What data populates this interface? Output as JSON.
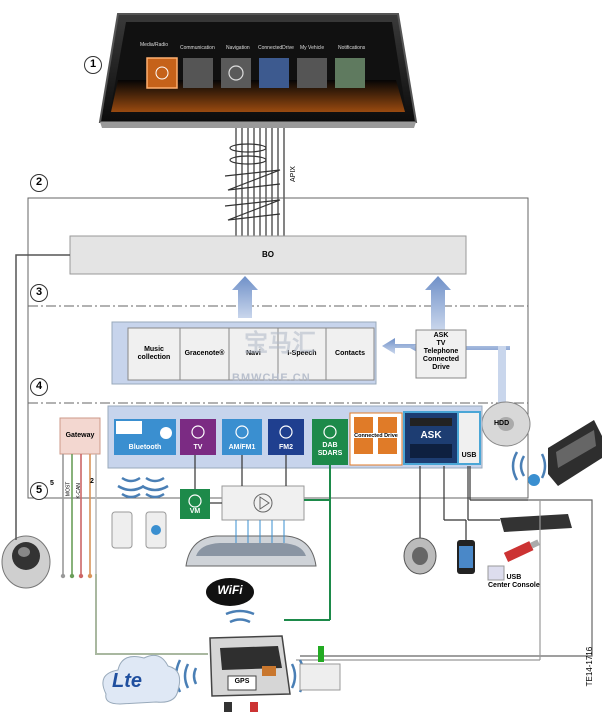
{
  "callouts": [
    "1",
    "2",
    "3",
    "4",
    "5"
  ],
  "screen": {
    "menu": [
      "Media/Radio",
      "Communication",
      "Navigation",
      "ConnectedDrive",
      "My Vehicle",
      "Notifications"
    ]
  },
  "apix_label": "APIX",
  "bo_label": "BO",
  "services": {
    "items": [
      "Music collection",
      "Gracenote®",
      "Navi",
      "I-Speech",
      "Contacts"
    ]
  },
  "ask_group": {
    "label": "ASK\nTV\nTelephone\nConnected\nDrive"
  },
  "hdd_label": "HDD",
  "gateway_label": "Gateway",
  "modules": {
    "bluetooth": "Bluetooth",
    "tv": "TV",
    "amfm1": "AM/FM1",
    "fm2": "FM2",
    "dab": "DAB\nSDARS",
    "vm": "VM",
    "connected_drive": "Connected Drive",
    "ask": "ASK",
    "usb": "USB"
  },
  "bus_labels": {
    "most": "MOST",
    "kcan": "K-CAN",
    "n5": "5",
    "n2": "2"
  },
  "usb_center": "USB\nCenter Console",
  "wifi_label": "WiFi",
  "gps_label": "GPS",
  "lte_label": "Lte",
  "watermark": {
    "cn": "宝马汇",
    "en": "BMWCHE.CN"
  },
  "figure_id": "TE14-1716",
  "colors": {
    "purple": "#7b2b83",
    "blue": "#3a8fd0",
    "green": "#1d8a4a",
    "orange": "#e07b28",
    "navy": "#1f3f8f",
    "arrow": "#8aa6d3"
  }
}
